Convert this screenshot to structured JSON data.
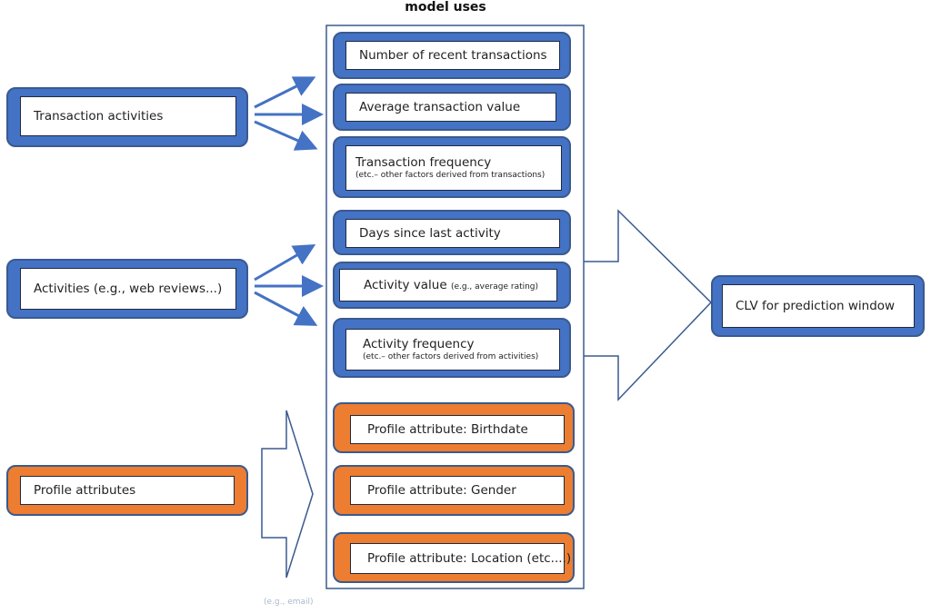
{
  "title": "model uses",
  "inputs": {
    "transaction_activities": "Transaction activities",
    "activities": "Activities (e.g., web reviews...)",
    "profile_attributes": "Profile attributes"
  },
  "features": {
    "recent_transactions": "Number of recent transactions",
    "avg_transaction_value": "Average transaction value",
    "transaction_frequency": "Transaction frequency",
    "transaction_frequency_sub": "(etc.– other factors derived from transactions)",
    "days_since_last_activity": "Days since last activity",
    "activity_value": "Activity value",
    "activity_value_sub": "(e.g., average rating)",
    "activity_frequency": "Activity frequency",
    "activity_frequency_sub": "(etc.– other factors derived from activities)",
    "profile_birthdate": "Profile attribute: Birthdate",
    "profile_gender": "Profile attribute: Gender",
    "profile_location": "Profile attribute: Location (etc....)"
  },
  "output": {
    "clv": "CLV for prediction window"
  },
  "footer_text": "(e.g., email)",
  "colors": {
    "blue_fill": "#4472c4",
    "orange_fill": "#ed7d31",
    "arrow_blue": "#4472c4",
    "outline_blue": "#3a5a8f"
  }
}
